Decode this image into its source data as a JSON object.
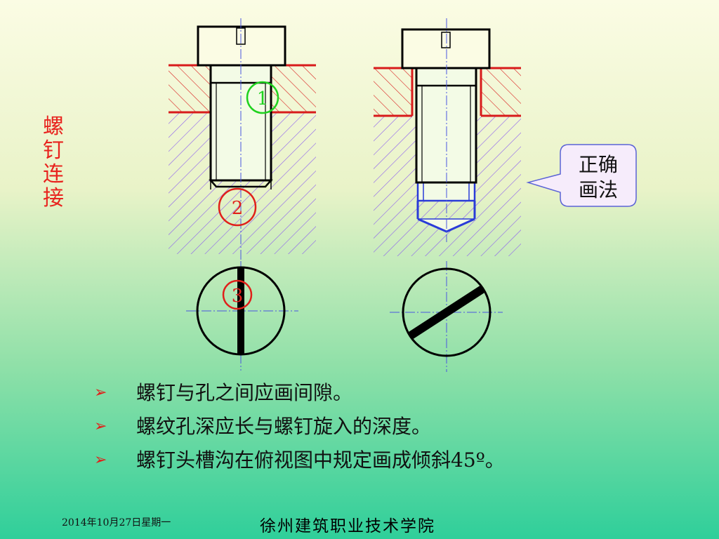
{
  "side_title": [
    "螺",
    "钉",
    "连",
    "接"
  ],
  "callout_lines": [
    "正确",
    "画法"
  ],
  "markers": [
    "1",
    "2",
    "3"
  ],
  "bullets": [
    "螺钉与孔之间应画间隙。",
    "螺纹孔深应长与螺钉旋入的深度。",
    "螺钉头槽沟在俯视图中规定画成倾斜45º。"
  ],
  "footer": {
    "date": "2014年10月27日星期一",
    "school": "徐州建筑职业技术学院"
  },
  "colors": {
    "side_title": "#e8231e",
    "outline": "#000000",
    "hatch_red": "#d81b1b",
    "hatch_violet": "#8b5cf0",
    "marker_green": "#1fd21f",
    "marker_red": "#e0201a",
    "correct_thread": "#2a3bd8",
    "center_line": "#4a56e0",
    "callout_fill": "#f6ecfb",
    "callout_border": "#5a63d6"
  }
}
